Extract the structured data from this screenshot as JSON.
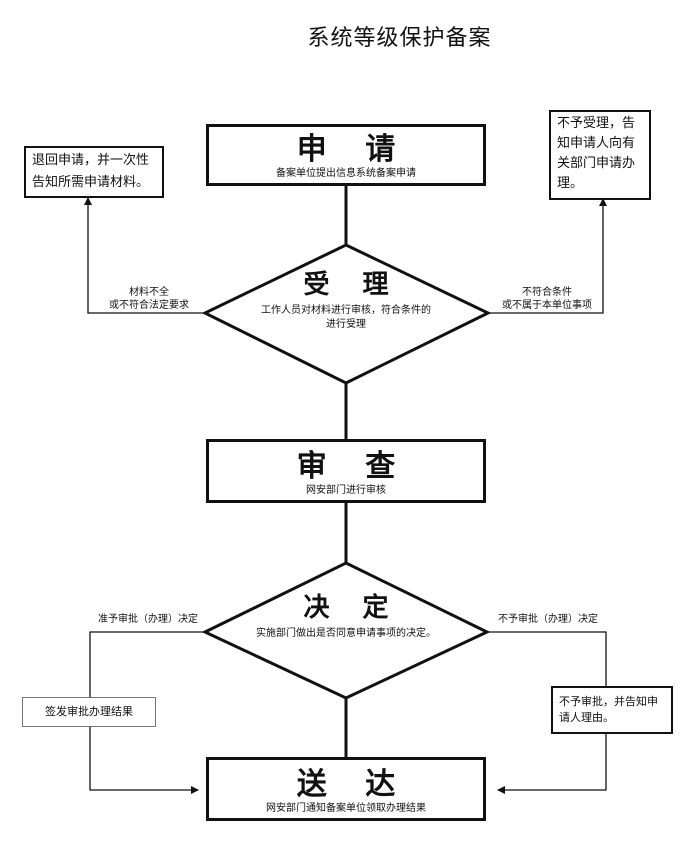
{
  "title": "系统等级保护备案",
  "steps": {
    "apply": {
      "heading": "申 请",
      "desc": "备案单位提出信息系统备案申请"
    },
    "accept": {
      "heading": "受 理",
      "desc_line1": "工作人员对材料进行审核，符合条件的",
      "desc_line2": "进行受理"
    },
    "review": {
      "heading": "审 查",
      "desc": "网安部门进行审核"
    },
    "decide": {
      "heading": "决 定",
      "desc": "实施部门做出是否同意申请事项的决定。"
    },
    "deliver": {
      "heading": "送 达",
      "desc": "网安部门通知备案单位领取办理结果"
    }
  },
  "side_boxes": {
    "return_left": {
      "line1": "退回申请，并一次性",
      "line2": "告知所需申请材料。"
    },
    "reject_right": {
      "line1": "不予受理，告",
      "line2": "知申请人向有",
      "line3": "关部门申请办",
      "line4": "理。"
    },
    "issue_left": {
      "text": "签发审批办理结果"
    },
    "deny_right": {
      "line1": "不予审批，并告知申",
      "line2": "请人理由。"
    }
  },
  "edge_labels": {
    "incomplete_line1": "材料不全",
    "incomplete_line2": "或不符合法定要求",
    "ineligible_line1": "不符合条件",
    "ineligible_line2": "或不属于本单位事项",
    "approve": "准予审批（办理）决定",
    "disapprove": "不予审批（办理）决定"
  }
}
